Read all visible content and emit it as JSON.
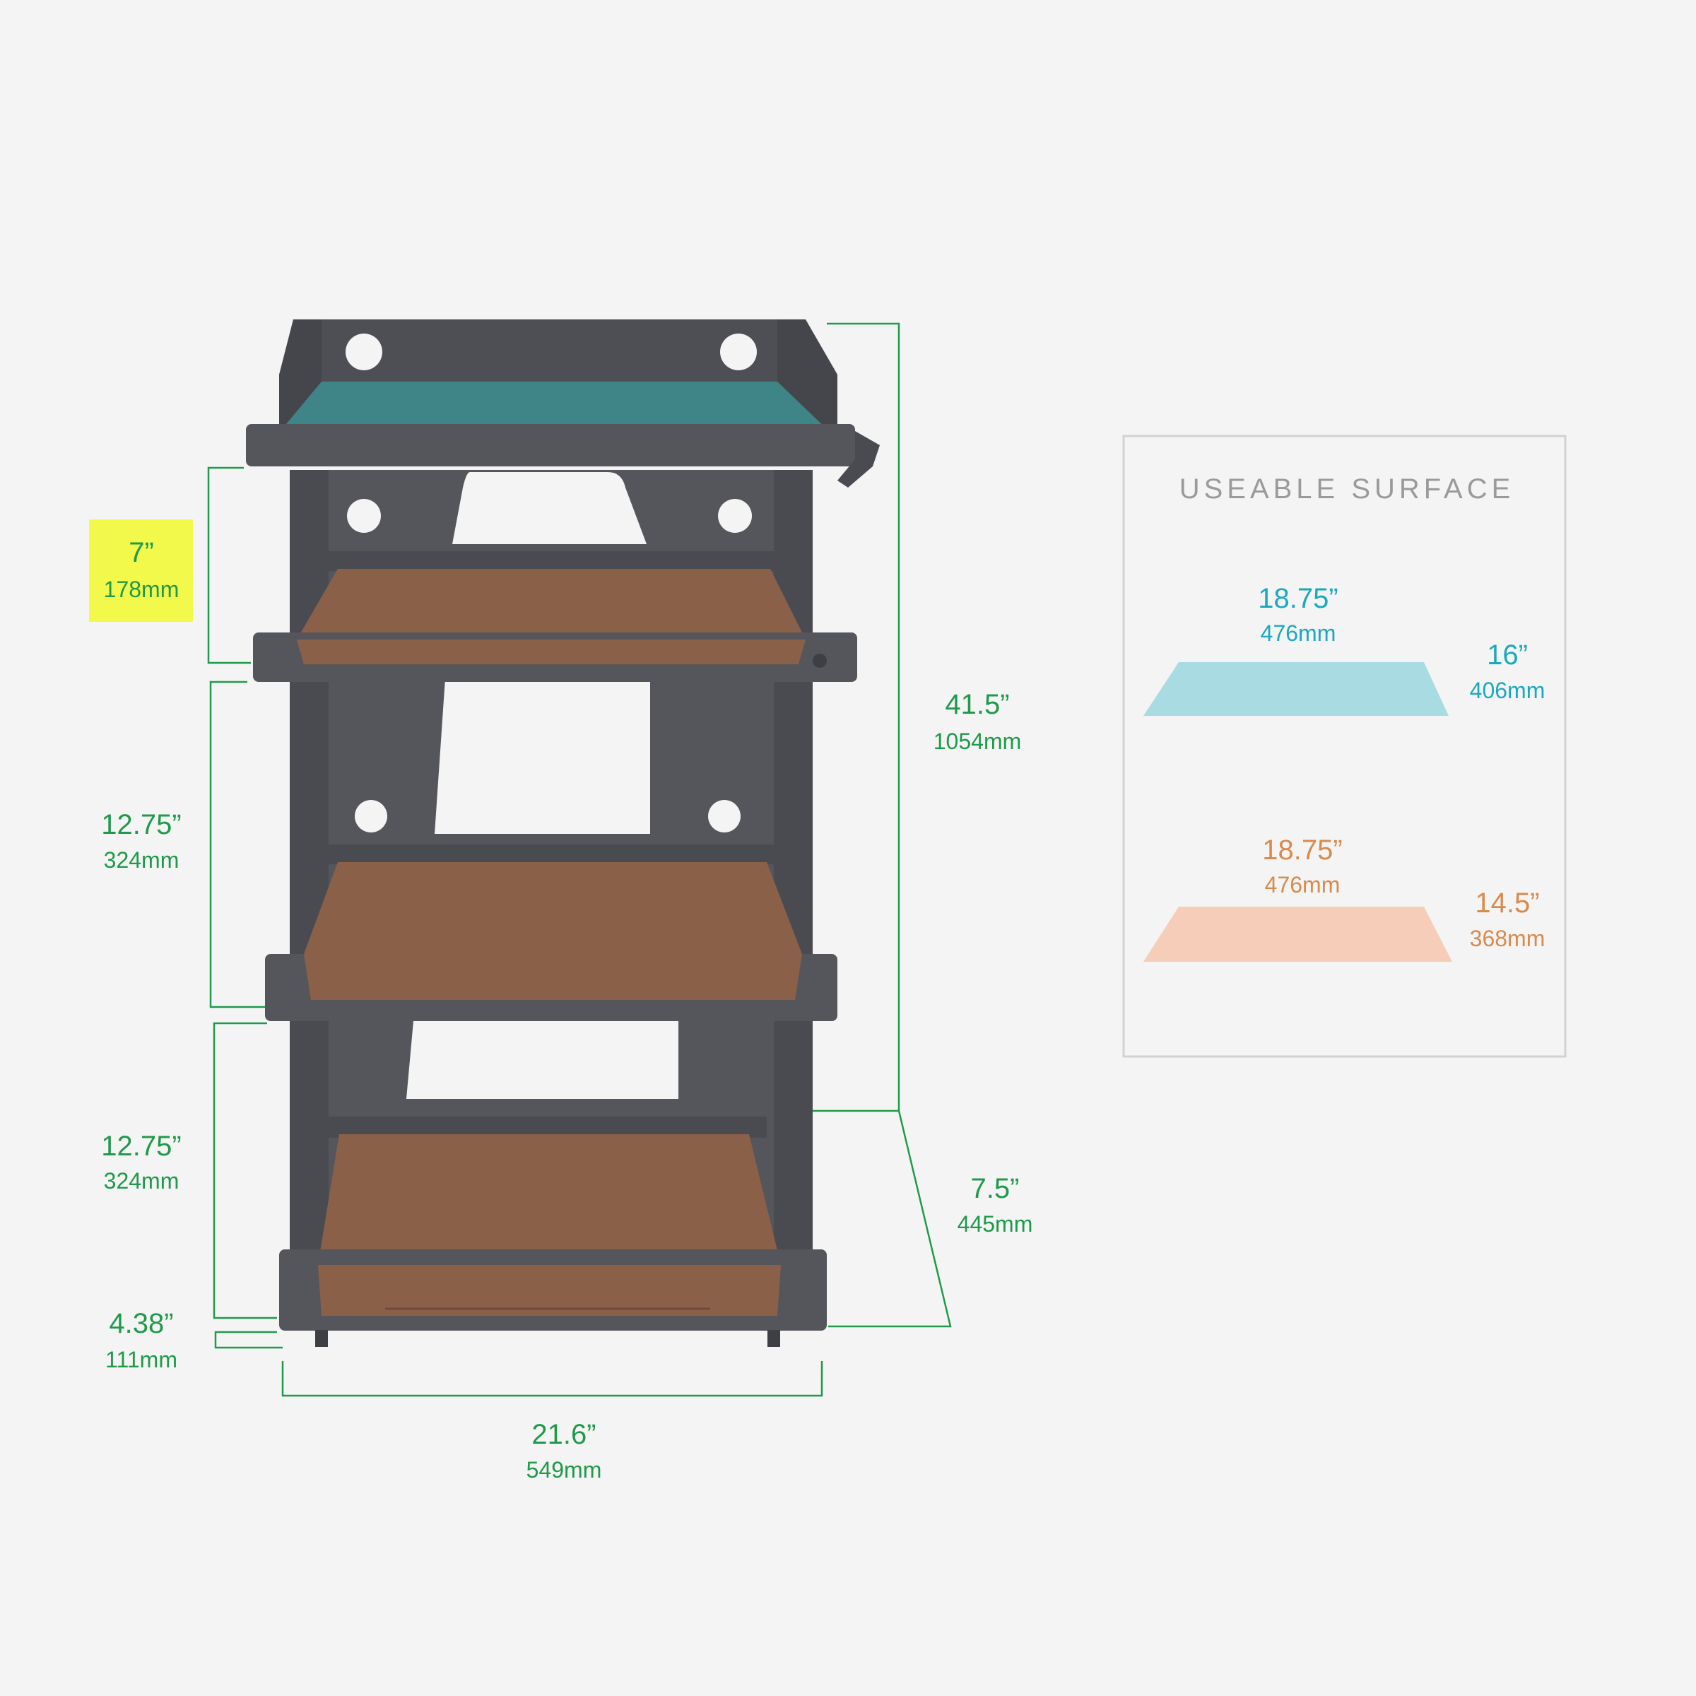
{
  "colors": {
    "background": "#f4f4f4",
    "dimension_green": "#1f9a4a",
    "highlight_yellow": "#f2f94a",
    "rack_charcoal": "#4e4f55",
    "shelf_brown": "#8a6049",
    "shelf_teal": "#3f8587",
    "legend_teal": "#a8dce2",
    "legend_teal_text": "#1ba9bd",
    "legend_peach": "#f6cdb9",
    "legend_peach_text": "#d98a4c",
    "panel_border": "#d2d2d2",
    "panel_title": "#9a9a9a"
  },
  "dimensions": {
    "top_gap": {
      "in": "7”",
      "mm": "178mm"
    },
    "mid_gap": {
      "in": "12.75”",
      "mm": "324mm"
    },
    "low_gap": {
      "in": "12.75”",
      "mm": "324mm"
    },
    "foot": {
      "in": "4.38”",
      "mm": "111mm"
    },
    "width": {
      "in": "21.6”",
      "mm": "549mm"
    },
    "height": {
      "in": "41.5”",
      "mm": "1054mm"
    },
    "depth": {
      "in": "7.5”",
      "mm": "445mm"
    }
  },
  "surface_panel": {
    "title": "USEABLE SURFACE",
    "top_shelf": {
      "width_in": "18.75”",
      "width_mm": "476mm",
      "depth_in": "16”",
      "depth_mm": "406mm"
    },
    "lower_shelves": {
      "width_in": "18.75”",
      "width_mm": "476mm",
      "depth_in": "14.5”",
      "depth_mm": "368mm"
    }
  }
}
